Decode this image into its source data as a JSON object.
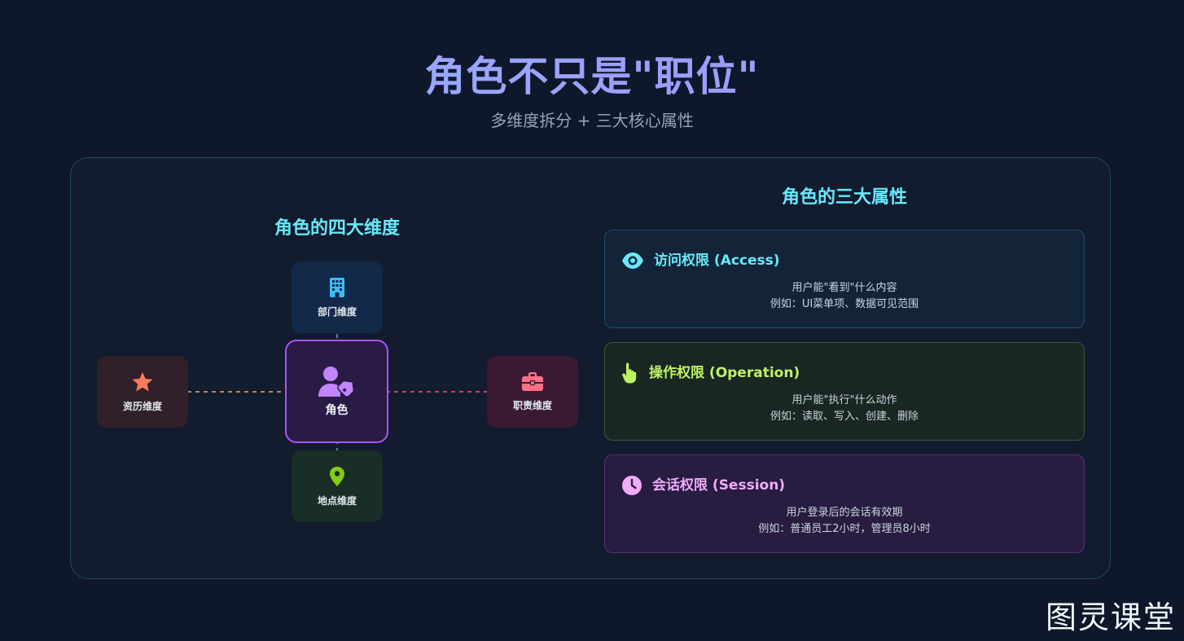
{
  "header": {
    "title": "角色不只是\"职位\"",
    "subtitle": "多维度拆分 + 三大核心属性"
  },
  "dimensions": {
    "title": "角色的四大维度",
    "center": {
      "label": "角色",
      "icon": "user-tag-icon"
    },
    "top": {
      "label": "部门维度",
      "icon": "building-icon"
    },
    "bottom": {
      "label": "地点维度",
      "icon": "map-pin-icon"
    },
    "left": {
      "label": "资历维度",
      "icon": "star-icon"
    },
    "right": {
      "label": "职责维度",
      "icon": "briefcase-icon"
    }
  },
  "attributes": {
    "title": "角色的三大属性",
    "items": [
      {
        "name": "访问权限 (Access)",
        "icon": "eye-icon",
        "desc": "用户能\"看到\"什么内容",
        "example": "例如：UI菜单项、数据可见范围"
      },
      {
        "name": "操作权限 (Operation)",
        "icon": "hand-pointer-icon",
        "desc": "用户能\"执行\"什么动作",
        "example": "例如：读取、写入、创建、删除"
      },
      {
        "name": "会话权限 (Session)",
        "icon": "clock-icon",
        "desc": "用户登录后的会话有效期",
        "example": "例如：普通员工2小时，管理员8小时"
      }
    ]
  },
  "watermark": "图灵课堂",
  "colors": {
    "background": "#0f172a",
    "cyan": "#67e8f9",
    "lime": "#bef264",
    "pink": "#f0abfc",
    "purple": "#a855f7"
  }
}
